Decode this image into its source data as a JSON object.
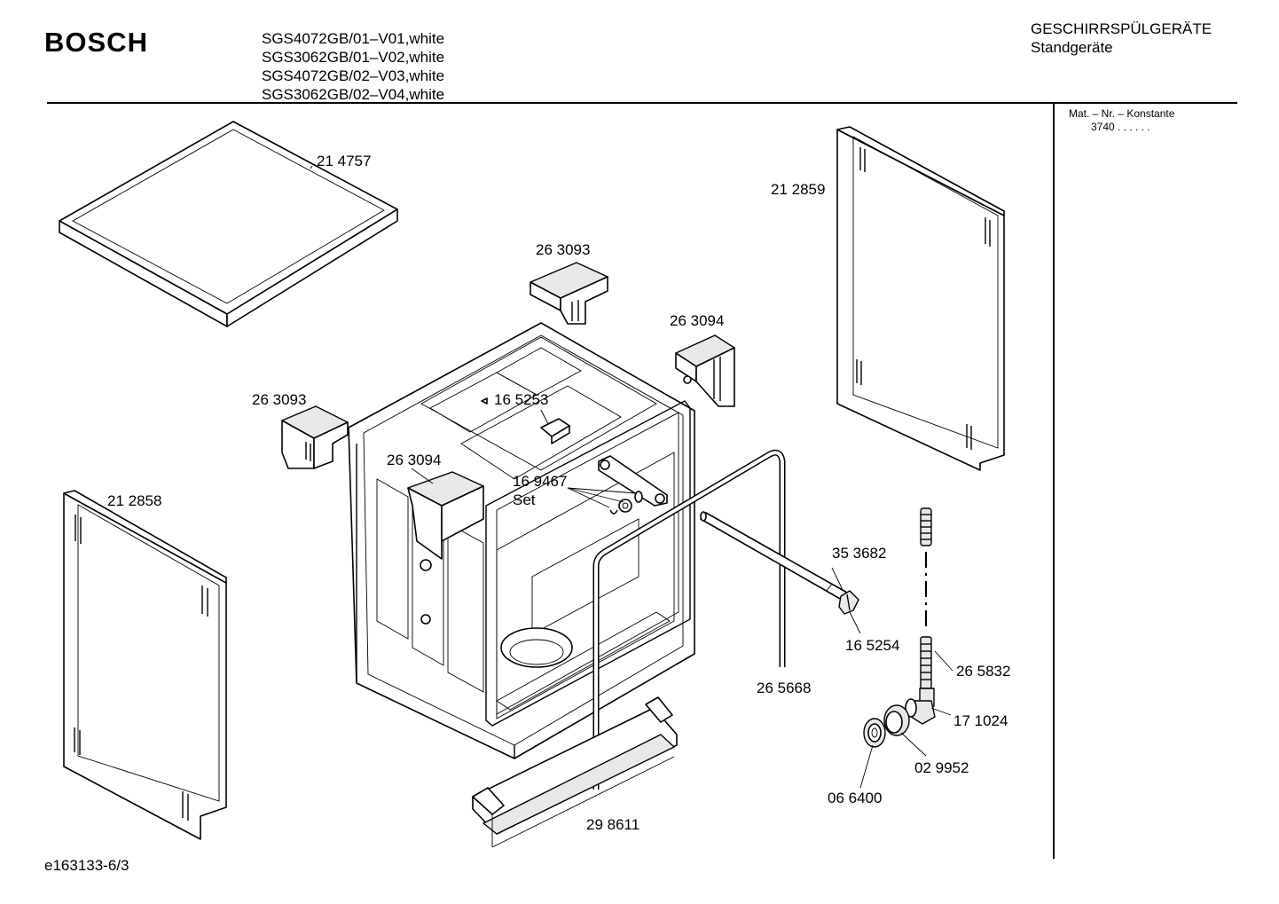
{
  "header": {
    "brand": "BOSCH",
    "models": [
      "SGS4072GB/01–V01,white",
      "SGS3062GB/01–V02,white",
      "SGS4072GB/02–V03,white",
      "SGS3062GB/02–V04,white"
    ],
    "category_line1": "GESCHIRRSPÜLGERÄTE",
    "category_line2": "Standgeräte"
  },
  "side_panel": {
    "mat_label": "Mat. – Nr. – Konstante",
    "mat_value": "3740  .  .    .  .  .  ."
  },
  "part_labels": {
    "top_cover": "21 4757",
    "right_side_panel": "21 2859",
    "bracket_top_left": "26 3093",
    "bracket_top_right": "26 3094",
    "bracket_left": "26 3093",
    "bracket_inner": "26 3094",
    "clip": "16 5253",
    "hinge_set": "16 9467",
    "set_word": "Set",
    "left_side_panel": "21 2858",
    "tube": "35 3682",
    "end_cap": "16 5254",
    "door_seal": "26 5668",
    "threaded_rod": "26 5832",
    "elbow": "17 1024",
    "nut": "02 9952",
    "washer": "06 6400",
    "base_plinth": "29 8611"
  },
  "footer": {
    "drawing_id": "e163133-6/3"
  }
}
